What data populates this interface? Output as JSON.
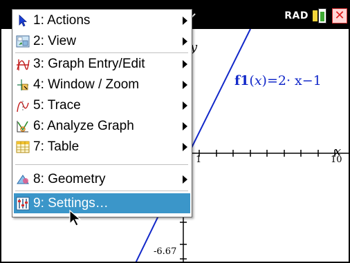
{
  "status_bar": {
    "angle_mode": "RAD",
    "close_symbol": "✕"
  },
  "graph": {
    "function_name": "f1",
    "function_var": "x",
    "function_rhs": "=2· x−1",
    "x_axis_label": "x",
    "y_axis_label": "y",
    "x_tick_1": "1",
    "x_tick_10": "10",
    "y_tick_bottom": "-6.67",
    "line_color": "#1228c9"
  },
  "menu": {
    "items": [
      {
        "label": "1: Actions",
        "icon": "arrow-pointer-icon",
        "submenu": true
      },
      {
        "label": "2: View",
        "icon": "view-icon",
        "submenu": true
      },
      {
        "label": "3: Graph Entry/Edit",
        "icon": "graph-entry-icon",
        "submenu": true
      },
      {
        "label": "4: Window / Zoom",
        "icon": "window-zoom-icon",
        "submenu": true
      },
      {
        "label": "5: Trace",
        "icon": "trace-icon",
        "submenu": true
      },
      {
        "label": "6: Analyze Graph",
        "icon": "analyze-graph-icon",
        "submenu": true
      },
      {
        "label": "7: Table",
        "icon": "table-icon",
        "submenu": true
      },
      {
        "label": "8: Geometry",
        "icon": "geometry-icon",
        "submenu": true
      },
      {
        "label": "9: Settings…",
        "icon": "settings-icon",
        "submenu": false,
        "selected": true
      }
    ],
    "selection_color": "#3b96c9"
  }
}
